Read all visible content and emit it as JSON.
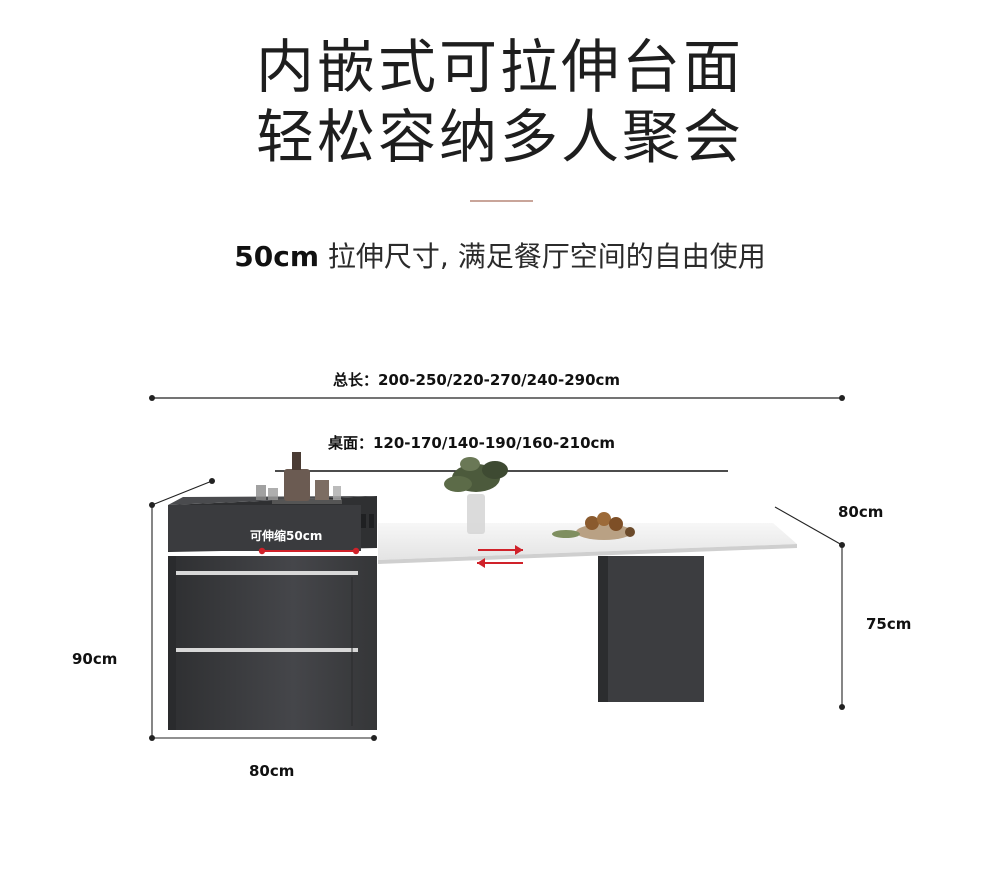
{
  "headline": {
    "line1": "内嵌式可拉伸台面",
    "line2": "轻松容纳多人聚会"
  },
  "subline": {
    "bold": "50cm",
    "rest": " 拉伸尺寸, 满足餐厅空间的自由使用"
  },
  "dimensions": {
    "total_length": "总长：200-250/220-270/240-290cm",
    "tabletop": "桌面：120-170/140-190/160-210cm",
    "extend_label": "可伸缩50cm",
    "depth_right": "80cm",
    "height_right": "75cm",
    "height_left": "90cm",
    "width_bottom": "80cm"
  },
  "colors": {
    "cabinet": "#3a3b3d",
    "tabletop": "#f2f2f2",
    "accent_arrow": "#d0222a",
    "divider": "#c9a59a"
  }
}
